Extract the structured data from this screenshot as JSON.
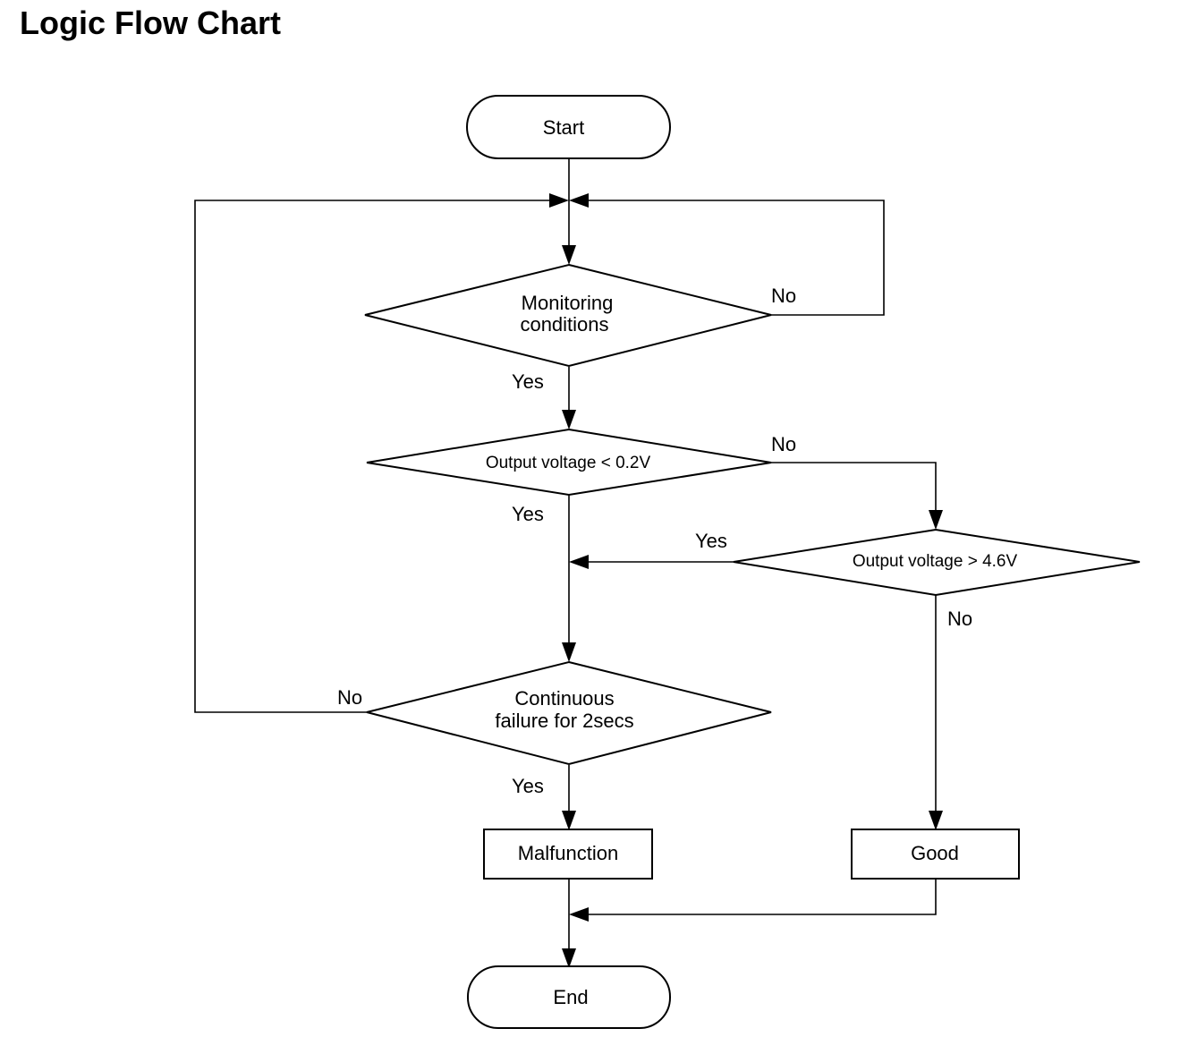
{
  "title": "Logic Flow Chart",
  "nodes": {
    "start": "Start",
    "monitoring": [
      "Monitoring",
      "conditions"
    ],
    "voltage_low": "Output voltage < 0.2V",
    "voltage_high": "Output voltage > 4.6V",
    "continuous": [
      "Continuous",
      "failure for 2secs"
    ],
    "malfunction": "Malfunction",
    "good": "Good",
    "end": "End"
  },
  "edge_labels": {
    "monitoring_no": "No",
    "monitoring_yes": "Yes",
    "voltage_low_no": "No",
    "voltage_low_yes": "Yes",
    "voltage_high_yes": "Yes",
    "voltage_high_no": "No",
    "continuous_no": "No",
    "continuous_yes": "Yes"
  }
}
